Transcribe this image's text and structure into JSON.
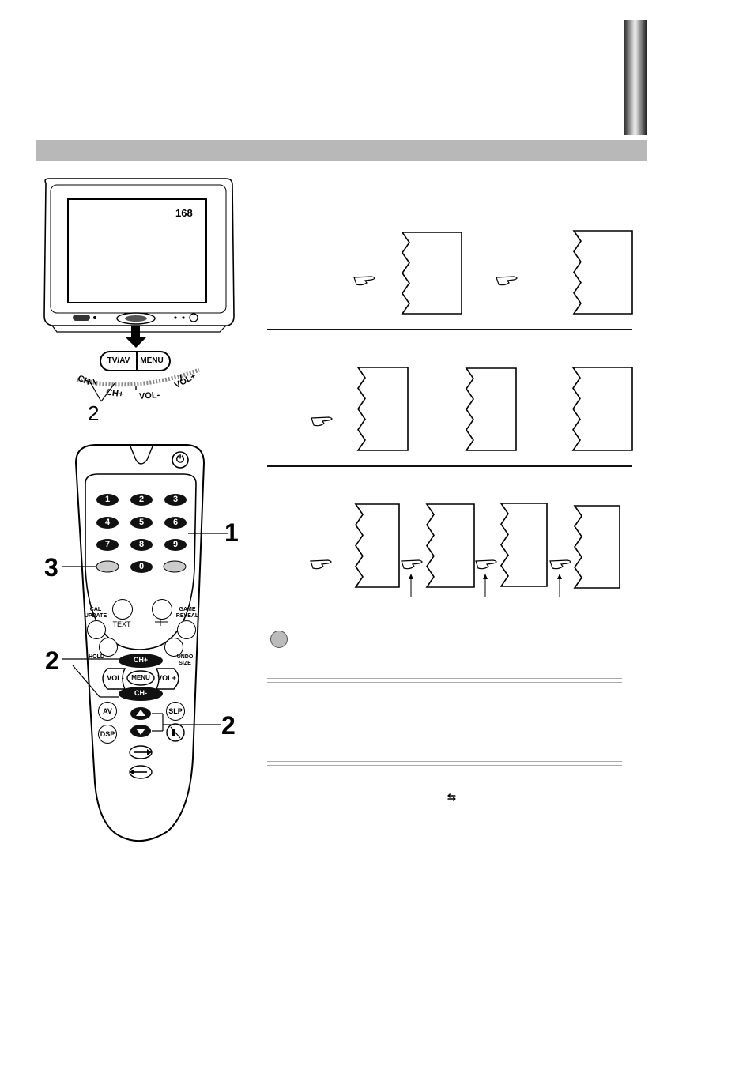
{
  "tv": {
    "channel_display": "168",
    "buttons": {
      "tv_av": "TV/AV",
      "menu": "MENU"
    },
    "dial_labels": {
      "ch_minus": "CH-",
      "ch_plus": "CH+",
      "vol_minus": "VOL-",
      "vol_plus": "VOL+"
    },
    "callout": "2"
  },
  "remote": {
    "power_icon": "power-icon",
    "digits": [
      "1",
      "2",
      "3",
      "4",
      "5",
      "6",
      "7",
      "8",
      "9",
      "0"
    ],
    "labels": {
      "text": "TEXT",
      "cal_update": "CAL\nUPDATE",
      "game_reveal": "GAME\nREVEAL",
      "hold": "HOLD",
      "undo_size": "UNDO\nSIZE",
      "ch_plus": "CH+",
      "ch_minus": "CH-",
      "vol_minus": "VOL-",
      "vol_plus": "VOL+",
      "menu": "MENU",
      "av": "AV",
      "slp": "SLP",
      "dsp": "DSP"
    },
    "callouts": {
      "digits": "1",
      "left": "3",
      "ch": "2",
      "updown": "2"
    }
  },
  "colors": {
    "band": "#b8b8b8",
    "note_dot": "#bbbbbb"
  }
}
